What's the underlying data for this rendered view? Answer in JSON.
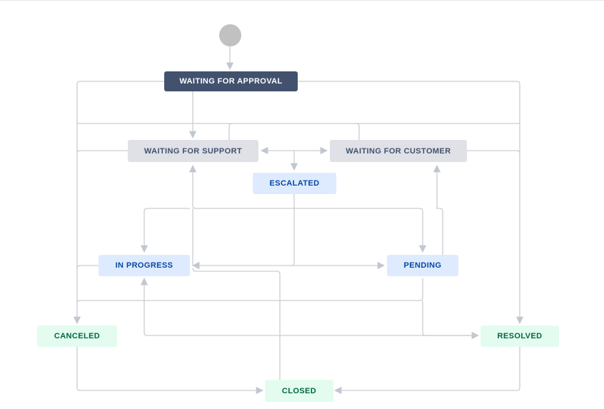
{
  "diagram": {
    "start": {
      "shape": "circle"
    },
    "statuses": {
      "waiting_for_approval": {
        "label": "WAITING FOR APPROVAL",
        "category": "dark"
      },
      "waiting_for_support": {
        "label": "WAITING FOR SUPPORT",
        "category": "todo"
      },
      "waiting_for_customer": {
        "label": "WAITING FOR CUSTOMER",
        "category": "todo"
      },
      "escalated": {
        "label": "ESCALATED",
        "category": "in-progress"
      },
      "in_progress": {
        "label": "IN PROGRESS",
        "category": "in-progress"
      },
      "pending": {
        "label": "PENDING",
        "category": "in-progress"
      },
      "canceled": {
        "label": "CANCELED",
        "category": "done"
      },
      "resolved": {
        "label": "RESOLVED",
        "category": "done"
      },
      "closed": {
        "label": "CLOSED",
        "category": "done"
      }
    },
    "colors": {
      "edge": "#c1c7d0",
      "start": "#c1c1c1",
      "dark_bg": "#42526e",
      "todo_bg": "#dfe1e6",
      "in_progress_bg": "#deebff",
      "done_bg": "#e3fcef"
    }
  }
}
